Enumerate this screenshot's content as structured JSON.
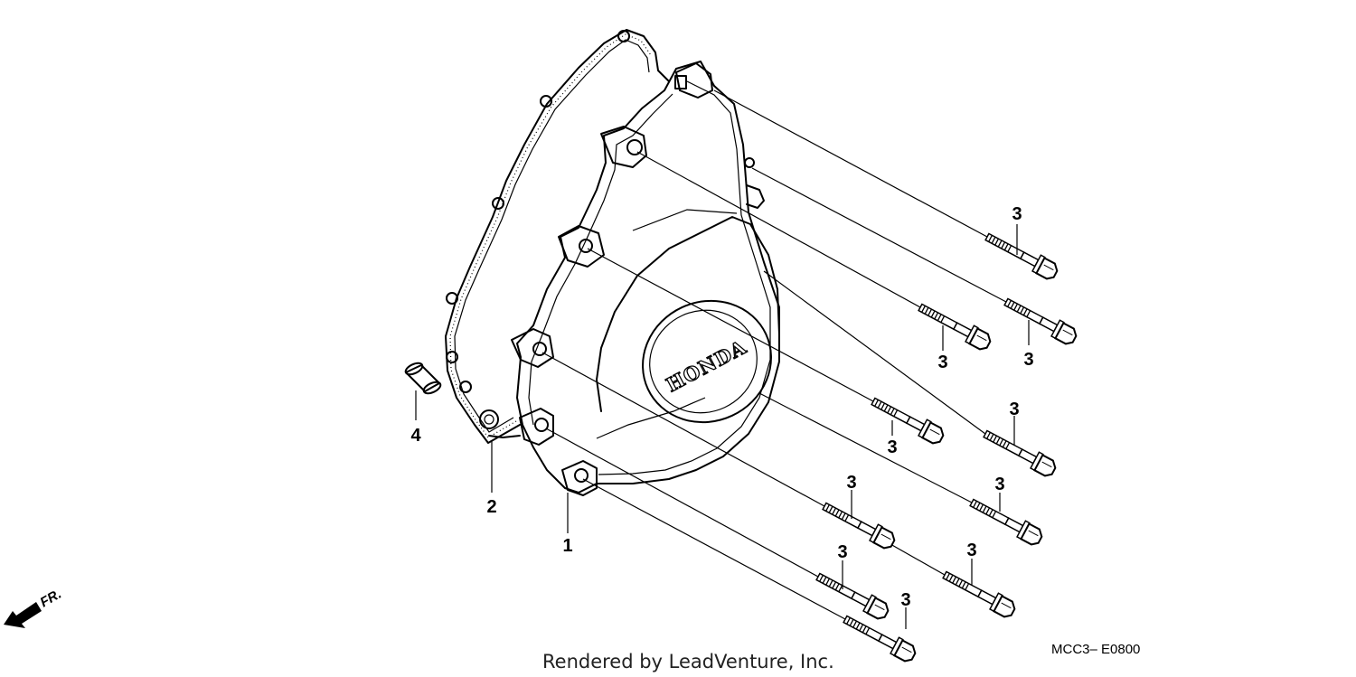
{
  "diagram": {
    "cover_logo": "HONDA",
    "credit": "Rendered by LeadVenture, Inc.",
    "diagram_code": "MCC3– E0800",
    "direction_label": "FR.",
    "callouts": {
      "cover": "1",
      "gasket": "2",
      "bolt": "3",
      "dowel_pin": "4"
    }
  }
}
